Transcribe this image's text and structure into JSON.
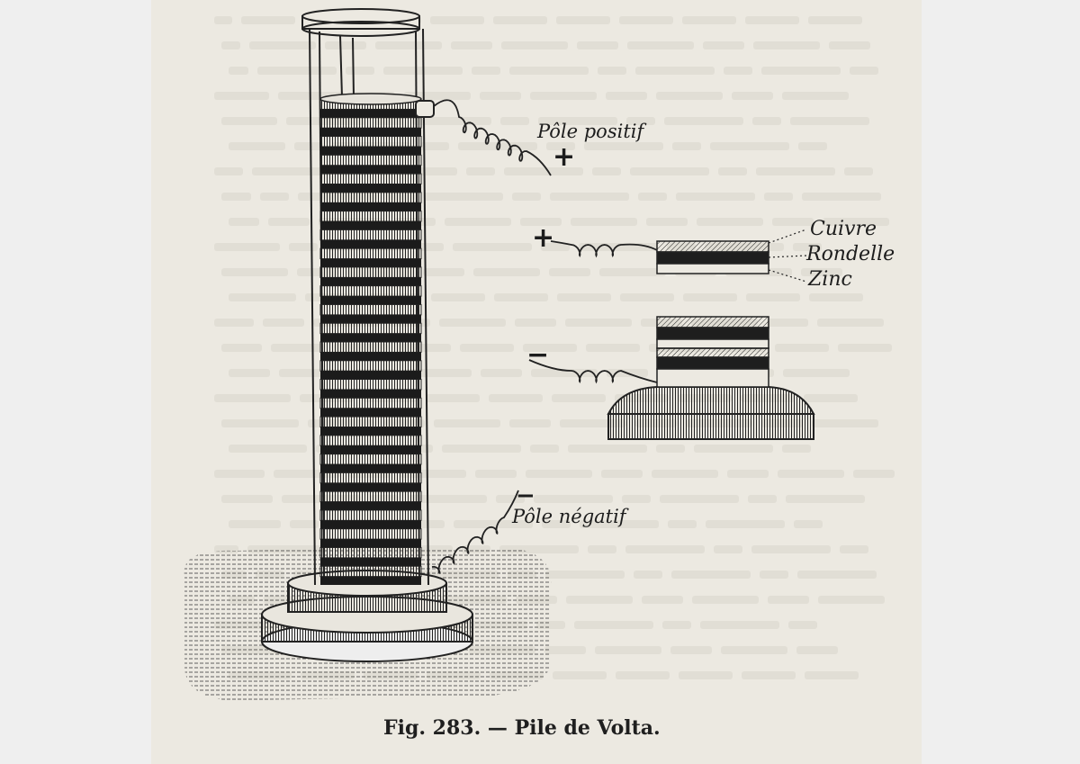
{
  "labels": {
    "positive_pole": "Pôle positif",
    "positive_sign": "+",
    "negative_pole": "Pôle négatif",
    "negative_sign": "−",
    "detail_positive_sign": "+",
    "detail_negative_sign": "−",
    "copper": "Cuivre",
    "washer": "Rondelle",
    "zinc": "Zinc"
  },
  "caption": "Fig. 283. — Pile de Volta.",
  "colors": {
    "paper": "#ece9e1",
    "margin": "#efefef",
    "ink": "#1d1d1d"
  }
}
